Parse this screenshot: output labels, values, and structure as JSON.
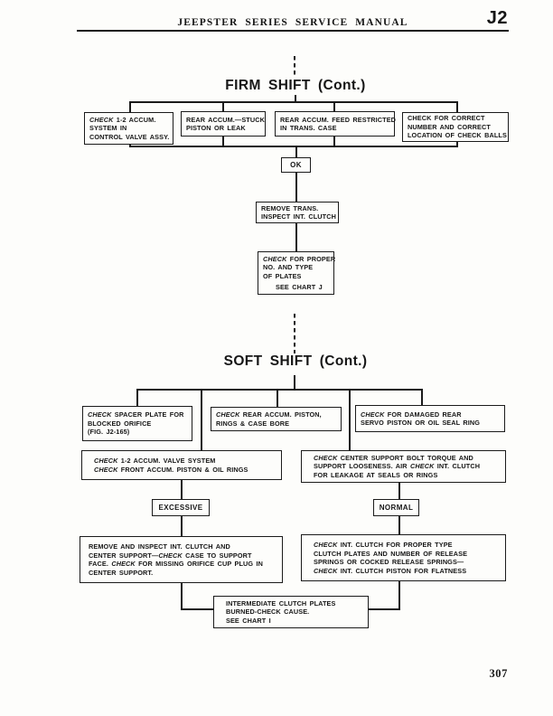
{
  "header": {
    "title": "JEEPSTER SERIES SERVICE MANUAL",
    "section_code": "J2"
  },
  "footer": {
    "page_number": "307"
  },
  "firm": {
    "title": "FIRM SHIFT (Cont.)",
    "boxes": {
      "accum_system": {
        "lines": [
          "CHECK 1-2 ACCUM.",
          "SYSTEM IN",
          "CONTROL VALVE ASSY."
        ]
      },
      "rear_accum_stuck": {
        "lines": [
          "REAR ACCUM.—STUCK",
          "PISTON OR LEAK"
        ]
      },
      "rear_accum_feed": {
        "lines": [
          "REAR ACCUM. FEED RESTRICTED",
          "IN TRANS. CASE"
        ]
      },
      "check_balls": {
        "lines": [
          "CHECK FOR CORRECT",
          "NUMBER AND CORRECT",
          "LOCATION OF CHECK BALLS"
        ]
      },
      "ok": {
        "lines": [
          "OK"
        ]
      },
      "remove_trans": {
        "lines": [
          "REMOVE TRANS.",
          "INSPECT INT. CLUTCH"
        ]
      },
      "proper_plates": {
        "lines": [
          "CHECK FOR PROPER",
          "NO. AND TYPE",
          "OF PLATES",
          "SEE CHART J"
        ]
      }
    }
  },
  "soft": {
    "title": "SOFT SHIFT (Cont.)",
    "boxes": {
      "spacer_plate": {
        "lines": [
          "CHECK SPACER PLATE FOR",
          "BLOCKED ORIFICE",
          "(FIG. J2-165)"
        ]
      },
      "rear_accum_piston": {
        "lines": [
          "CHECK REAR ACCUM. PISTON,",
          "RINGS & CASE BORE"
        ]
      },
      "damaged_servo": {
        "lines": [
          "CHECK FOR DAMAGED REAR",
          "SERVO PISTON OR OIL SEAL RING"
        ]
      },
      "accum_valve": {
        "lines": [
          "CHECK 1-2 ACCUM. VALVE SYSTEM",
          "CHECK FRONT ACCUM. PISTON & OIL RINGS"
        ]
      },
      "center_support": {
        "lines": [
          "CHECK CENTER SUPPORT BOLT TORQUE AND",
          "SUPPORT LOOSENESS. AIR CHECK INT. CLUTCH",
          "FOR LEAKAGE AT SEALS OR RINGS"
        ]
      },
      "excessive": {
        "lines": [
          "EXCESSIVE"
        ]
      },
      "normal": {
        "lines": [
          "NORMAL"
        ]
      },
      "remove_inspect": {
        "lines": [
          "REMOVE AND INSPECT INT. CLUTCH AND",
          "CENTER SUPPORT—CHECK CASE TO SUPPORT",
          "FACE. CHECK FOR MISSING ORIFICE CUP PLUG IN",
          "CENTER SUPPORT."
        ]
      },
      "proper_type": {
        "lines": [
          "CHECK INT. CLUTCH FOR PROPER TYPE",
          "CLUTCH PLATES AND NUMBER OF RELEASE",
          "SPRINGS OR COCKED RELEASE SPRINGS—",
          "CHECK INT. CLUTCH PISTON FOR FLATNESS"
        ]
      },
      "burned_plates": {
        "lines": [
          "INTERMEDIATE CLUTCH PLATES",
          "BURNED-CHECK CAUSE.",
          "SEE CHART I"
        ]
      }
    }
  }
}
